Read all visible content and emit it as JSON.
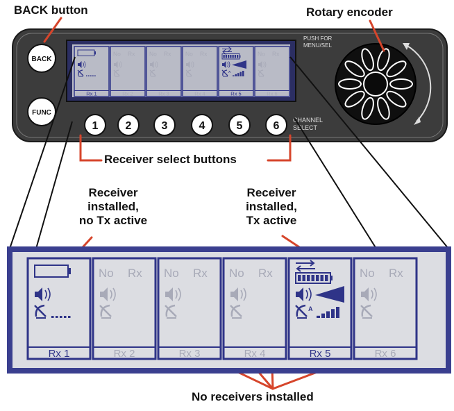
{
  "labels": {
    "back_button": "BACK button",
    "rotary_encoder": "Rotary encoder",
    "receiver_select": "Receiver select buttons",
    "installed_no_tx_line1": "Receiver",
    "installed_no_tx_line2": "installed,",
    "installed_no_tx_line3": "no Tx active",
    "installed_tx_line1": "Receiver",
    "installed_tx_line2": "installed,",
    "installed_tx_line3": "Tx active",
    "no_receivers": "No receivers installed"
  },
  "device": {
    "back_label": "BACK",
    "func_label": "FUNC",
    "push_line1": "PUSH FOR",
    "push_line2": "MENU/SEL",
    "channel_line1": "CHANNEL",
    "channel_line2": "SELECT",
    "buttons": [
      "1",
      "2",
      "3",
      "4",
      "5",
      "6"
    ]
  },
  "screen": {
    "channels": [
      {
        "rx": "Rx 1",
        "installed": true,
        "tx_active": false,
        "no_text_1": "",
        "no_text_2": ""
      },
      {
        "rx": "Rx 2",
        "installed": false,
        "tx_active": false,
        "no_text_1": "No",
        "no_text_2": "Rx"
      },
      {
        "rx": "Rx 3",
        "installed": false,
        "tx_active": false,
        "no_text_1": "No",
        "no_text_2": "Rx"
      },
      {
        "rx": "Rx 4",
        "installed": false,
        "tx_active": false,
        "no_text_1": "No",
        "no_text_2": "Rx"
      },
      {
        "rx": "Rx 5",
        "installed": true,
        "tx_active": true,
        "no_text_1": "",
        "no_text_2": ""
      },
      {
        "rx": "Rx 6",
        "installed": false,
        "tx_active": false,
        "no_text_1": "No",
        "no_text_2": "Rx"
      }
    ],
    "antenna_sup": "A",
    "colors": {
      "frame": "#3a3f8f",
      "lcd_bg": "#dcdde2",
      "active": "#2f3488",
      "inactive": "#a8aab8"
    }
  }
}
